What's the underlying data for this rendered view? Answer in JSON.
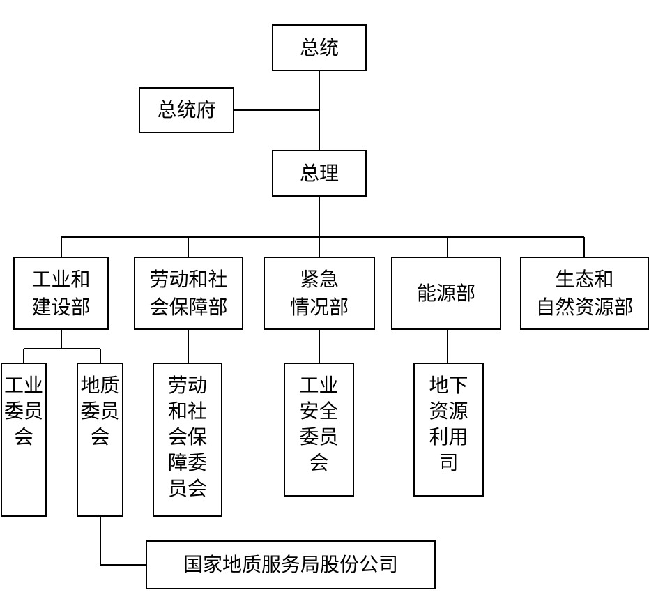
{
  "president": "总统",
  "presidential_office": "总统府",
  "prime_minister": "总理",
  "ministries": [
    "工业和\n建设部",
    "劳动和社\n会保障部",
    "紧急\n情况部",
    "能源部",
    "生态和\n自然资源部"
  ],
  "sub_units": [
    "工业\n委员\n会",
    "地质\n委员\n会",
    "劳动\n和社\n会保\n障委\n员会",
    "工业\n安全\n委员\n会",
    "地下\n资源\n利用\n司"
  ],
  "company": "国家地质服务局股份公司"
}
